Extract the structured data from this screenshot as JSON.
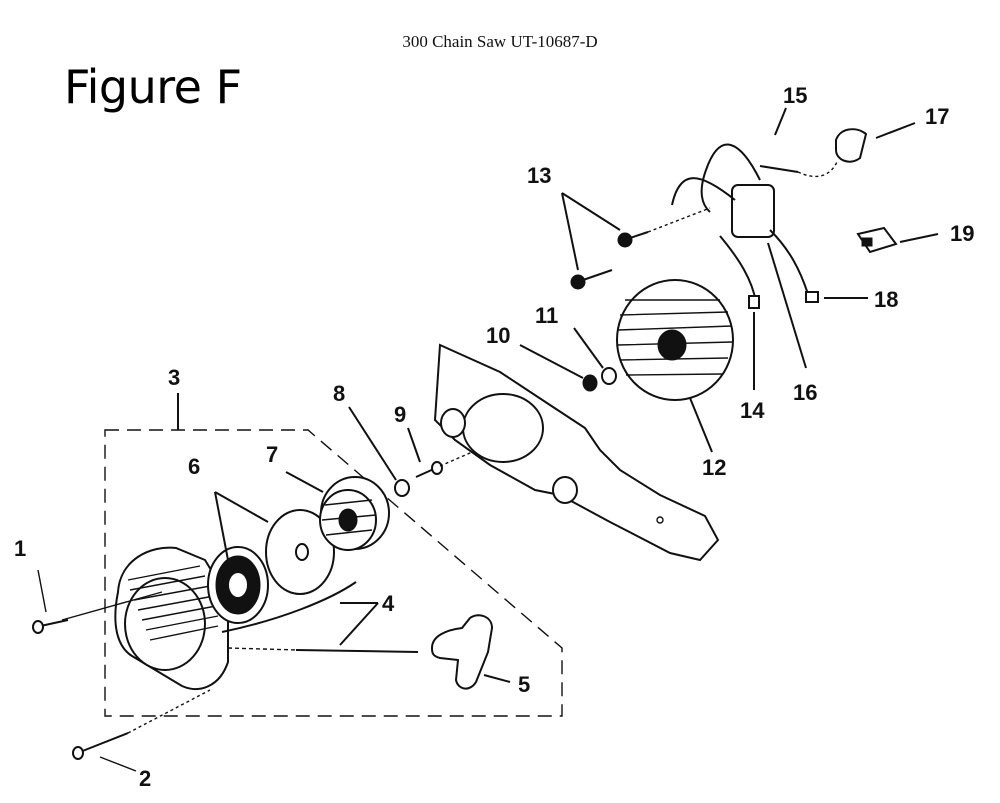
{
  "header": {
    "title": "300 Chain Saw UT-10687-D"
  },
  "figure": {
    "label": "Figure F"
  },
  "callouts": [
    "1",
    "2",
    "3",
    "4",
    "5",
    "6",
    "7",
    "8",
    "9",
    "10",
    "11",
    "12",
    "13",
    "14",
    "15",
    "16",
    "17",
    "18",
    "19"
  ]
}
